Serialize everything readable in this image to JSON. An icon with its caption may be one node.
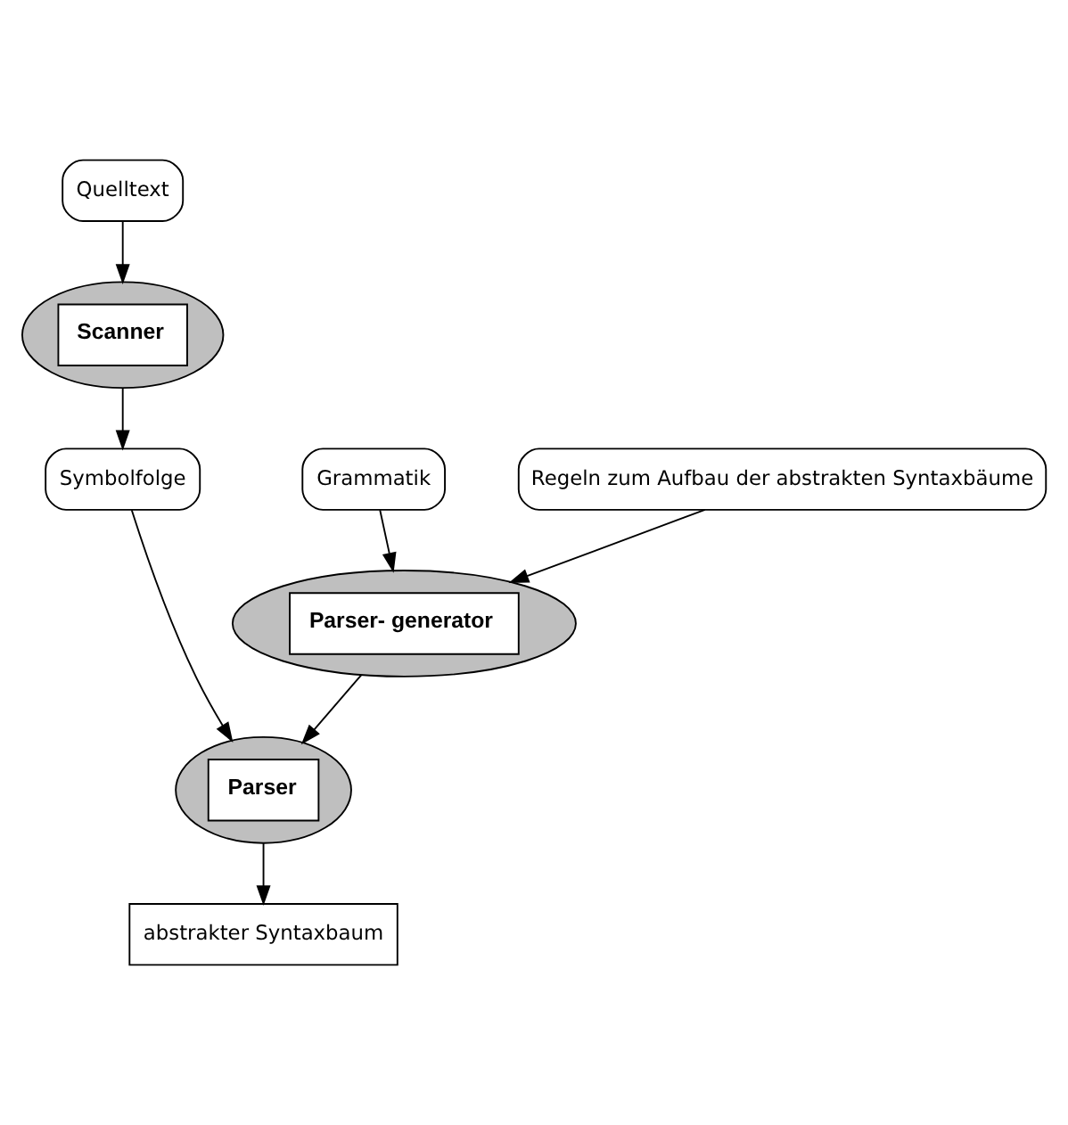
{
  "diagram": {
    "nodes": [
      {
        "text": [
          "Quelltext"
        ]
      },
      {
        "text": [
          "Scanner"
        ]
      },
      {
        "text": [
          "Symbolfolge"
        ]
      },
      {
        "text": [
          "Grammatik"
        ]
      },
      {
        "text": [
          "Parser- generator"
        ]
      },
      {
        "text": [
          "Regeln zum Aufbau der abstrakten Syntaxbäume"
        ]
      },
      {
        "text": [
          "Parser"
        ]
      },
      {
        "text": [
          "abstrakter Syntaxbaum"
        ]
      }
    ],
    "edges": [
      {
        "from": 0,
        "to": 1,
        "arrow": "to"
      },
      {
        "from": 1,
        "to": 2,
        "arrow": "to"
      },
      {
        "from": 2,
        "to": 6,
        "arrow": "to"
      },
      {
        "from": 3,
        "to": 4,
        "arrow": "to"
      },
      {
        "from": 5,
        "to": 4,
        "arrow": "to"
      },
      {
        "from": 4,
        "to": 6,
        "arrow": "to"
      },
      {
        "from": 6,
        "to": 7,
        "arrow": "to"
      }
    ]
  }
}
